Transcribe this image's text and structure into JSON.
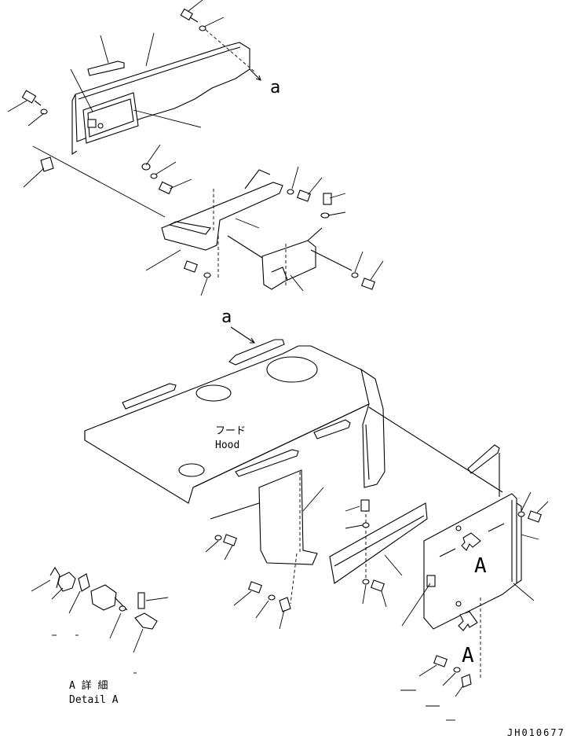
{
  "drawing_id": "JH010677",
  "labels": {
    "ref_a_top": "a",
    "ref_a_mid": "a",
    "hood_jp": "フード",
    "hood_en": "Hood",
    "detail_jp": "A 詳 細",
    "detail_en": "Detail A",
    "view_a_upper": "A",
    "view_a_lower": "A"
  },
  "icons": {
    "bolt": "bolt-icon",
    "washer": "washer-icon",
    "direction_arrow": "view-arrow-icon"
  }
}
